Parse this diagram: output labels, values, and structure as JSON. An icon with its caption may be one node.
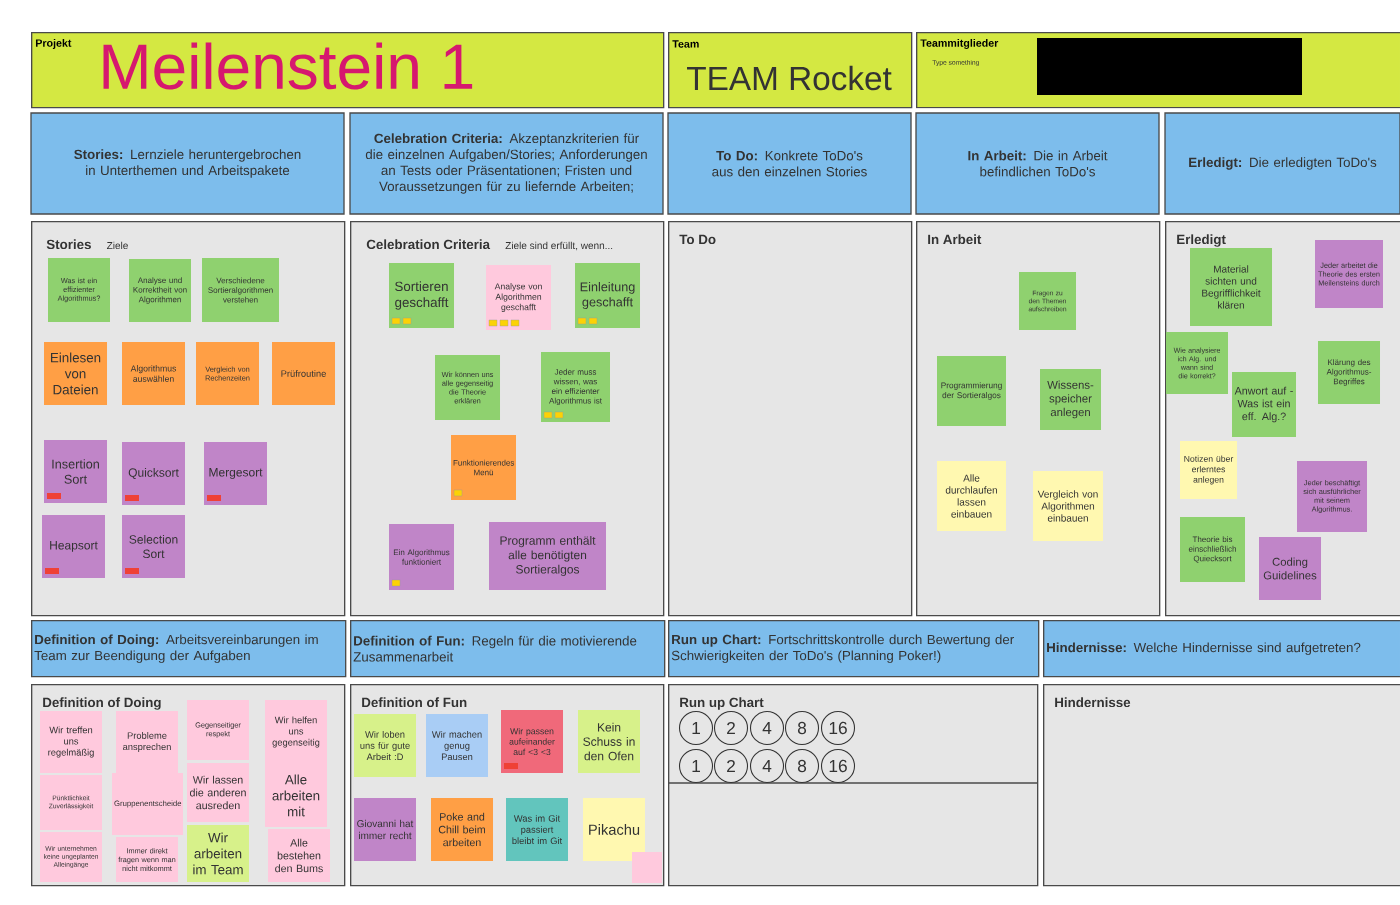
{
  "diagram": {
    "nodes": [
      {
        "text": [
          "Projekt",
          "Meilenstein 1"
        ]
      },
      {
        "text": [
          "Team",
          "TEAM Rocket"
        ]
      },
      {
        "text": [
          "Teammitglieder",
          "Type something"
        ]
      },
      {
        "text": [
          "**Stories:** Lernziele heruntergebrochen in Unterthemen und Arbeitspakete"
        ]
      },
      {
        "text": [
          "**Celebration Criteria:** Akzeptanzkriterien für die einzelnen Aufgaben/Stories; Anforderungen an Tests oder Präsentationen; Fristen und Voraussetzungen für zu liefernde Arbeiten;"
        ]
      },
      {
        "text": [
          "**To Do:** Konkrete ToDo's aus den einzelnen Stories"
        ]
      },
      {
        "text": [
          "**In Arbeit:** Die in Arbeit befindlichen ToDo's"
        ]
      },
      {
        "text": [
          "**Erledigt:** Die erledigten ToDo's"
        ]
      },
      {
        "text": [
          "Stories",
          "Ziele"
        ]
      },
      {
        "text": [
          "Celebration Criteria",
          "Ziele sind erfüllt, wenn..."
        ]
      },
      {
        "text": [
          "To Do"
        ]
      },
      {
        "text": [
          "In Arbeit"
        ]
      },
      {
        "text": [
          "Erledigt"
        ]
      },
      {
        "text": [
          "**Definition of Doing:** Arbeitsvereinbarungen im Team zur Beendigung der Aufgaben"
        ]
      },
      {
        "text": [
          "**Definition of Fun:** Regeln für die motivierende Zusammenarbeit"
        ]
      },
      {
        "text": [
          "**Run up Chart:** Fortschrittskontrolle durch Bewertung der Schwierigkeiten der ToDo's (Planning Poker!)"
        ]
      },
      {
        "text": [
          "**Hindernisse:** Welche Hindernisse sind aufgetreten?"
        ]
      },
      {
        "text": [
          "Definition of Doing"
        ]
      },
      {
        "text": [
          "Definition of Fun"
        ]
      },
      {
        "text": [
          "Run up Chart"
        ]
      },
      {
        "text": [
          "Hindernisse"
        ]
      },
      {
        "text": [
          "Was ist ein effizienter Algorithmus?"
        ],
        "in": 8
      },
      {
        "text": [
          "Analyse und Korrektheit von Algorithmen"
        ],
        "in": 8
      },
      {
        "text": [
          "Verschiedene Sortieralgorithmen verstehen"
        ],
        "in": 8
      },
      {
        "text": [
          "Einlesen von Dateien"
        ],
        "in": 8
      },
      {
        "text": [
          "Algorithmus auswählen"
        ],
        "in": 8
      },
      {
        "text": [
          "Vergleich von Rechenzeiten"
        ],
        "in": 8
      },
      {
        "text": [
          "Prüfroutine"
        ],
        "in": 8
      },
      {
        "text": [
          "Insertion Sort"
        ],
        "in": 8
      },
      {
        "text": [
          "Quicksort"
        ],
        "in": 8
      },
      {
        "text": [
          "Mergesort"
        ],
        "in": 8
      },
      {
        "text": [
          "Heapsort"
        ],
        "in": 8
      },
      {
        "text": [
          "Selection Sort"
        ],
        "in": 8
      },
      {
        "text": [
          "Sortieren geschafft"
        ],
        "in": 9
      },
      {
        "text": [
          "Analyse von Algorithmen geschafft"
        ],
        "in": 9
      },
      {
        "text": [
          "Einleitung geschafft"
        ],
        "in": 9
      },
      {
        "text": [
          "Wir können uns alle gegenseitig die Theorie erklären"
        ],
        "in": 9
      },
      {
        "text": [
          "Jeder muss wissen, was ein effizienter Algorithmus ist"
        ],
        "in": 9
      },
      {
        "text": [
          "Funktionierendes Menü"
        ],
        "in": 9
      },
      {
        "text": [
          "Ein Algorithmus funktioniert"
        ],
        "in": 9
      },
      {
        "text": [
          "Programm enthält alle benötigten Sortieralgos"
        ],
        "in": 9
      },
      {
        "text": [
          "Fragen zu den Themen aufschreiben"
        ],
        "in": 11
      },
      {
        "text": [
          "Programmierung der Sortieralgos"
        ],
        "in": 11
      },
      {
        "text": [
          "Wissens-speicher anlegen"
        ],
        "in": 11
      },
      {
        "text": [
          "Alle durchlaufen lassen einbauen"
        ],
        "in": 11
      },
      {
        "text": [
          "Vergleich von Algorithmen einbauen"
        ],
        "in": 11
      },
      {
        "text": [
          "Material sichten und Begrifflichkeit klären"
        ],
        "in": 12
      },
      {
        "text": [
          "Wie analysiere ich Alg. und wann sind die korrekt?"
        ],
        "in": 12
      },
      {
        "text": [
          "Anwort auf - Was ist ein eff. Alg.?"
        ],
        "in": 12
      },
      {
        "text": [
          "Jeder arbeitet die Theorie des ersten Meilensteins durch"
        ],
        "in": 12
      },
      {
        "text": [
          "Klärung des Algorithmus-Begriffes"
        ],
        "in": 12
      },
      {
        "text": [
          "Notizen über erlerntes anlegen"
        ],
        "in": 12
      },
      {
        "text": [
          "Jeder beschäftigt sich ausführlicher mit seinem Algorithmus."
        ],
        "in": 12
      },
      {
        "text": [
          "Theorie bis einschließlich Quiecksort"
        ],
        "in": 12
      },
      {
        "text": [
          "Coding Guidelines"
        ],
        "in": 12
      },
      {
        "text": [
          "Wir treffen uns regelmäßig"
        ],
        "in": 17
      },
      {
        "text": [
          "Probleme ansprechen"
        ],
        "in": 17
      },
      {
        "text": [
          "Gegenseitiger respekt"
        ],
        "in": 17
      },
      {
        "text": [
          "Wir helfen uns gegenseitig"
        ],
        "in": 17
      },
      {
        "text": [
          "Pünktlichkeit Zuverlässigkeit"
        ],
        "in": 17
      },
      {
        "text": [
          "Gruppenentscheide"
        ],
        "in": 17
      },
      {
        "text": [
          "Wir lassen die anderen ausreden"
        ],
        "in": 17
      },
      {
        "text": [
          "Alle arbeiten mit"
        ],
        "in": 17
      },
      {
        "text": [
          "Wir unternehmen keine ungeplanten Alleingänge"
        ],
        "in": 17
      },
      {
        "text": [
          "Immer direkt fragen wenn man nicht mitkommt"
        ],
        "in": 17
      },
      {
        "text": [
          "Wir arbeiten im Team"
        ],
        "in": 17
      },
      {
        "text": [
          "Alle bestehen den Bums"
        ],
        "in": 17
      },
      {
        "text": [
          "Wir loben uns für gute Arbeit :D"
        ],
        "in": 18
      },
      {
        "text": [
          "Wir machen genug Pausen"
        ],
        "in": 18
      },
      {
        "text": [
          "Wir passen aufeinander auf <3 <3"
        ],
        "in": 18
      },
      {
        "text": [
          "Kein Schuss in den Ofen"
        ],
        "in": 18
      },
      {
        "text": [
          "Giovanni hat immer recht"
        ],
        "in": 18
      },
      {
        "text": [
          "Poke and Chill beim arbeiten"
        ],
        "in": 18
      },
      {
        "text": [
          "Was im Git passiert bleibt im Git"
        ],
        "in": 18
      },
      {
        "text": [
          "Pikachu"
        ],
        "in": 18
      },
      {
        "text": [
          "1"
        ],
        "in": 19
      },
      {
        "text": [
          "2"
        ],
        "in": 19
      },
      {
        "text": [
          "4"
        ],
        "in": 19
      },
      {
        "text": [
          "8"
        ],
        "in": 19
      },
      {
        "text": [
          "16"
        ],
        "in": 19
      },
      {
        "text": [
          "1"
        ],
        "in": 19
      },
      {
        "text": [
          "2"
        ],
        "in": 19
      },
      {
        "text": [
          "4"
        ],
        "in": 19
      },
      {
        "text": [
          "8"
        ],
        "in": 19
      },
      {
        "text": [
          "16"
        ],
        "in": 19
      }
    ]
  }
}
